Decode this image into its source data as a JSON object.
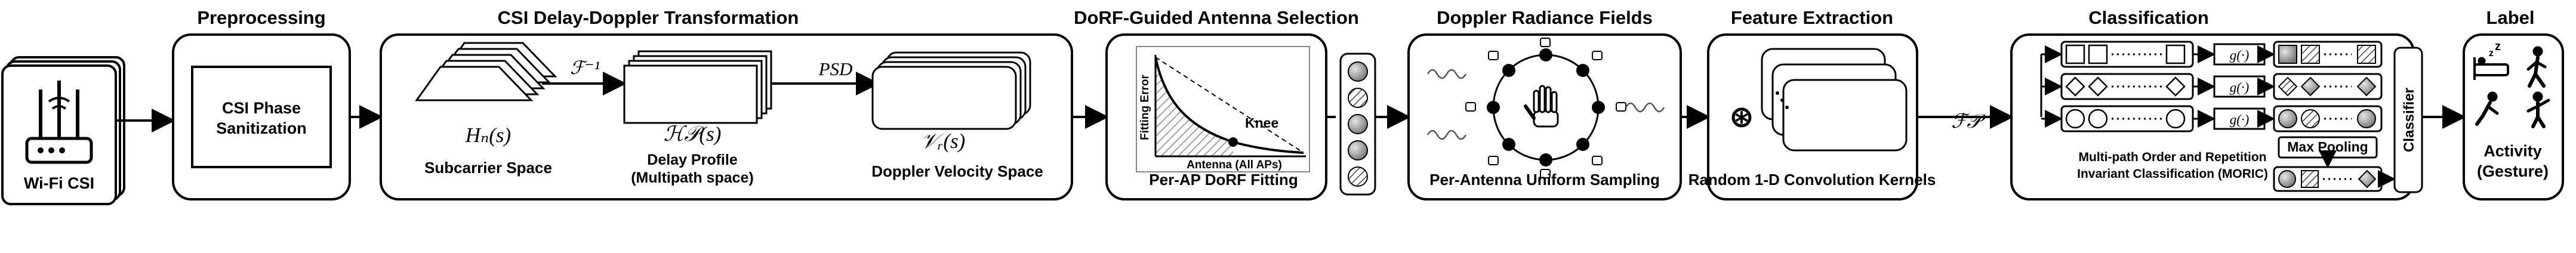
{
  "stages": {
    "preprocessing": {
      "title": "Preprocessing",
      "box": "CSI Phase Sanitization",
      "box_line1": "CSI Phase",
      "box_line2": "Sanitization"
    },
    "transform": {
      "title": "CSI Delay-Doppler Transformation",
      "op1": "ℱ⁻¹",
      "op2": "PSD",
      "h_n": "Hₙ(s)",
      "h_p": "ℋ𝒫(s)",
      "v_r": "𝒱ᵣ(s)",
      "cap1": "Subcarrier Space",
      "cap2_l1": "Delay Profile",
      "cap2_l2": "(Multipath space)",
      "cap3": "Doppler Velocity Space"
    },
    "dorf": {
      "title": "DoRF-Guided Antenna Selection",
      "ylabel": "Fitting Error",
      "xlabel": "Antenna (All APs)",
      "knee": "Knee",
      "caption": "Per-AP DoRF Fitting"
    },
    "doppler": {
      "title": "Doppler Radiance Fields",
      "caption": "Per-Antenna Uniform Sampling"
    },
    "feature": {
      "title": "Feature Extraction",
      "caption": "Random 1-D Convolution Kernels",
      "op": "⊛"
    },
    "classification": {
      "title": "Classification",
      "input": "ℱ𝒫",
      "g": "g(·)",
      "max_pool": "Max Pooling",
      "classifier": "Classifier",
      "cap_l1": "Multi-path Order and Repetition",
      "cap_l2": "Invariant Classification (MORIC)"
    },
    "label": {
      "title": "Label",
      "cap_l1": "Activity",
      "cap_l2": "(Gesture)"
    },
    "input": {
      "caption": "Wi-Fi CSI"
    }
  }
}
